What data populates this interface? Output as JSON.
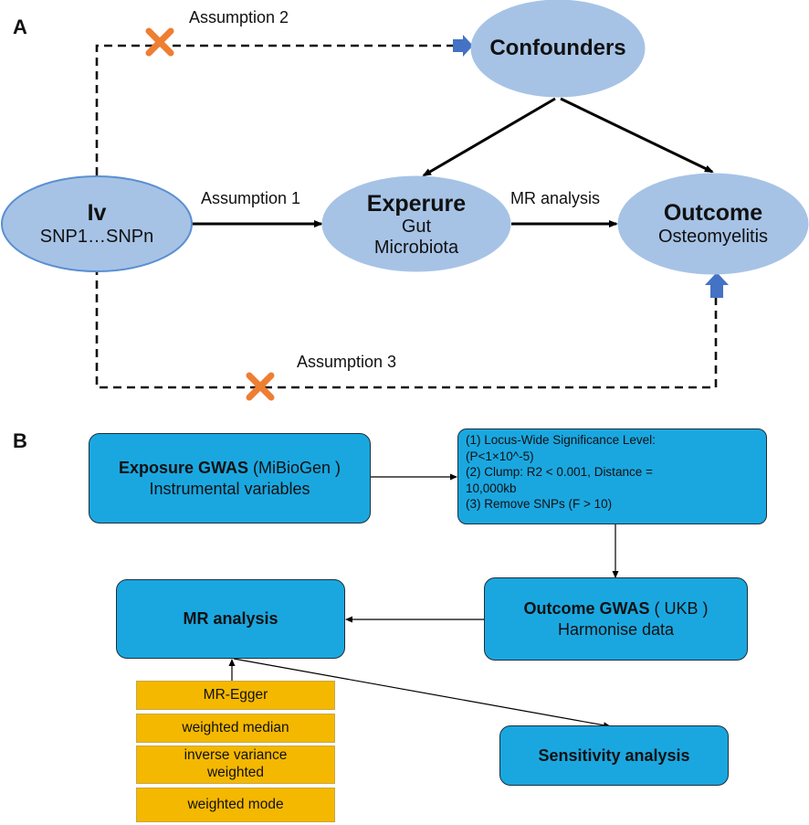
{
  "panel_a": {
    "label": "A",
    "nodes": {
      "iv": {
        "title": "Iv",
        "subtitle": "SNP1…SNPn"
      },
      "confounders": {
        "title": "Confounders"
      },
      "exposure": {
        "title": "Experure",
        "subtitle_line1": "Gut",
        "subtitle_line2": "Microbiota"
      },
      "outcome": {
        "title": "Outcome",
        "subtitle": "Osteomyelitis"
      }
    },
    "edge_labels": {
      "assumption1": "Assumption 1",
      "assumption2": "Assumption 2",
      "assumption3": "Assumption 3",
      "mr_analysis": "MR analysis"
    },
    "colors": {
      "ellipse_fill": "#a6c3e6",
      "ellipse_stroke": "#5b8fd1",
      "cross": "#ee7e32",
      "small_arrow": "#4472c4"
    }
  },
  "panel_b": {
    "label": "B",
    "exposure_box": {
      "title": "Exposure GWAS",
      "source": " (MiBioGen )",
      "line2": "Instrumental variables"
    },
    "criteria": [
      "(1) Locus-Wide Significance Level:",
      "(P<1×10^-5)",
      "(2) Clump: R2 < 0.001, Distance =",
      "10,000kb",
      "(3) Remove SNPs (F > 10)"
    ],
    "outcome_box": {
      "title": "Outcome GWAS",
      "source": " ( UKB )",
      "line2": "Harmonise data"
    },
    "mr_box": {
      "title": "MR analysis"
    },
    "sensitivity_box": {
      "title": "Sensitivity analysis"
    },
    "methods": [
      "MR-Egger",
      "weighted median",
      "inverse variance weighted",
      "weighted mode"
    ],
    "colors": {
      "box_fill": "#1aa7e0",
      "method_fill": "#f5b800"
    }
  }
}
